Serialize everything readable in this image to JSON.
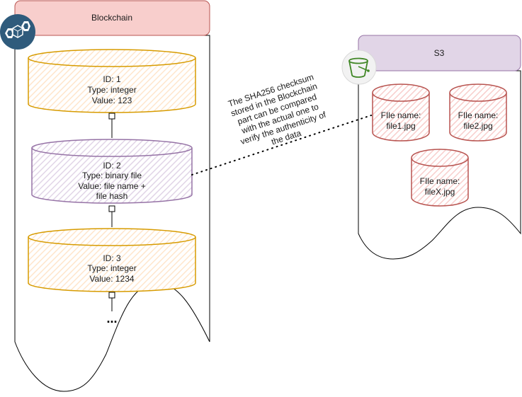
{
  "blockchain": {
    "title": "Blockchain",
    "icon": "blockchain-icon",
    "blocks": [
      {
        "lines": [
          "ID: 1",
          "Type: integer",
          "Value: 123"
        ],
        "color": "#d79b00",
        "fill": "#ffe6cc"
      },
      {
        "lines": [
          "ID: 2",
          "Type: binary file",
          "Value: file name +",
          "file hash"
        ],
        "color": "#9673a6",
        "fill": "#e1d5e7"
      },
      {
        "lines": [
          "ID: 3",
          "Type: integer",
          "Value: 1234"
        ],
        "color": "#d79b00",
        "fill": "#ffe6cc"
      }
    ],
    "ellipsis": "..."
  },
  "s3": {
    "title": "S3",
    "icon": "s3-bucket-icon",
    "files": [
      {
        "lines": [
          "FIle name:",
          "file1.jpg"
        ]
      },
      {
        "lines": [
          "FIle name:",
          "file2.jpg"
        ]
      },
      {
        "lines": [
          "FIle name:",
          "fileX.jpg"
        ]
      }
    ],
    "color": "#b85450",
    "fill": "#f8cecc"
  },
  "annotation": {
    "lines": [
      "The SHA256 checksum",
      "stored in the Blockchain",
      "part can be compared",
      "with the actual one to",
      "verify the authenticity of",
      "the data"
    ]
  },
  "colors": {
    "blockchain_header": "#f8cecc",
    "blockchain_header_stroke": "#b85450",
    "s3_header": "#e1d5e7",
    "s3_header_stroke": "#9673a6",
    "blockchain_icon_bg": "#2f5b7c",
    "s3_icon_green": "#3f8624"
  }
}
